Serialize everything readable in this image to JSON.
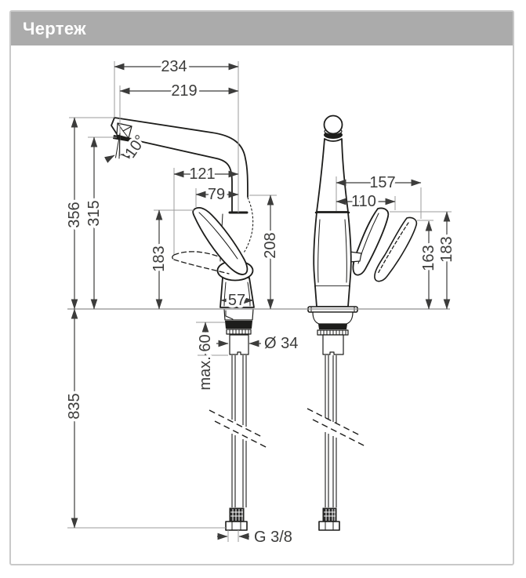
{
  "header": {
    "title": "Чертеж",
    "bg_color": "#ababab",
    "text_color": "#ffffff",
    "border_color": "#c9c9c9"
  },
  "drawing": {
    "line_color": "#1d1d1b",
    "dimension_color": "#3c3c3b",
    "extension_color": "#9b9b9b",
    "labels": {
      "spout_reach_overall": "234",
      "spout_reach": "219",
      "spout_angle": "10°",
      "handle_reach_open_side": "121",
      "handle_reach_side": "79",
      "overall_height": "356",
      "outlet_height": "315",
      "handle_height_side": "183",
      "spout_top_height": "208",
      "base_width": "57",
      "max_mounting_depth": "max. 60",
      "shank_diameter": "Ø 34",
      "hose_length": "835",
      "thread_size": "G 3/8",
      "handle_reach_open_front": "157",
      "handle_reach_front": "110",
      "handle_height_front": "163",
      "handle_height_open_front": "183"
    }
  }
}
